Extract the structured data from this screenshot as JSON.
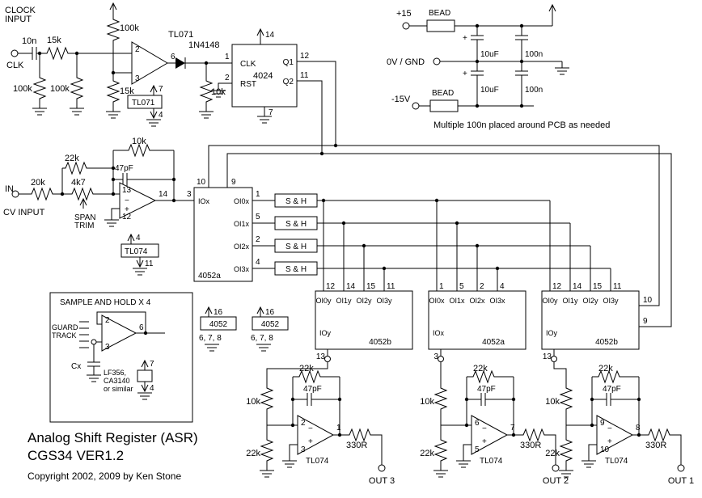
{
  "title": {
    "line1": "Analog Shift Register (ASR)",
    "line2": "CGS34 VER1.2",
    "copyright": "Copyright 2002, 2009 by Ken Stone"
  },
  "clock_input": {
    "heading_line1": "CLOCK",
    "heading_line2": "INPUT",
    "jack_label": "CLK",
    "cap_input": "10n",
    "r_series": "15k",
    "r_shunt1": "100k",
    "r_shunt2": "100k",
    "r_pullup": "100k",
    "r_bias": "15k",
    "opamp_name": "TL071",
    "pin_inv": "2",
    "pin_noninv": "3",
    "pin_out": "6",
    "diode": "1N4148",
    "r_clamp": "10k",
    "power_chip": "TL071",
    "power_pin_top": "7",
    "power_pin_bottom": "4"
  },
  "counter_4024": {
    "name": "4024",
    "pin_vdd": "14",
    "pin_clk": "1",
    "clk_label": "CLK",
    "pin_rst": "2",
    "rst_label": "RST",
    "q1_label": "Q1",
    "pin_q1": "12",
    "q2_label": "Q2",
    "pin_q2": "11",
    "pin_gnd": "7"
  },
  "power_supply": {
    "rail_pos": "+15",
    "rail_gnd": "0V / GND",
    "rail_neg": "-15V",
    "bead_top": "BEAD",
    "bead_bottom": "BEAD",
    "polarity_top": "+",
    "polarity_bottom": "+",
    "cap_pos_bulk": "10uF",
    "cap_pos_bypass": "100n",
    "cap_neg_bulk": "10uF",
    "cap_neg_bypass": "100n",
    "note": "Multiple 100n placed around PCB as needed"
  },
  "cv_input": {
    "jack_label": "IN",
    "heading": "CV INPUT",
    "r_input": "20k",
    "r_sum": "22k",
    "trimmer": "4k7",
    "trim_line1": "SPAN",
    "trim_line2": "TRIM",
    "r_feedback": "10k",
    "cap_feedback": "47pF",
    "pin_inv": "13",
    "pin_noninv": "12",
    "pin_out": "14",
    "minus": "−",
    "plus": "+",
    "power_chip": "TL074",
    "power_pin_top": "4",
    "power_pin_bottom": "11"
  },
  "mux_input": {
    "name": "4052a",
    "io_label": "IOx",
    "io_pin": "3",
    "pin_a": "10",
    "pin_b": "9",
    "channel_labels": [
      "OI0x",
      "OI1x",
      "OI2x",
      "OI3x"
    ],
    "channel_pins": [
      "1",
      "5",
      "2",
      "4"
    ]
  },
  "sh_blocks": {
    "label": "S & H"
  },
  "mux_power": {
    "pin_vdd": "16",
    "name": "4052",
    "pins_low": "6, 7, 8"
  },
  "output_muxes": [
    {
      "top_pins": [
        "12",
        "14",
        "15",
        "11"
      ],
      "top_labels": [
        "OI0y",
        "OI1y",
        "OI2y",
        "OI3y"
      ],
      "name": "4052b",
      "io_label": "IOy",
      "io_pin": "13"
    },
    {
      "top_pins": [
        "1",
        "5",
        "2",
        "4"
      ],
      "top_labels": [
        "OI0x",
        "OI1x",
        "OI2x",
        "OI3x"
      ],
      "name": "4052a",
      "io_label": "IOx",
      "io_pin": "3"
    },
    {
      "top_pins": [
        "12",
        "14",
        "15",
        "11"
      ],
      "top_labels": [
        "OI0y",
        "OI1y",
        "OI2y",
        "OI3y"
      ],
      "name": "4052b",
      "io_label": "IOy",
      "io_pin": "13",
      "pin_a": "10",
      "pin_b": "9"
    }
  ],
  "sample_hold_detail": {
    "heading": "SAMPLE AND HOLD X 4",
    "guard_line1": "GUARD",
    "guard_line2": "TRACK",
    "pin_inv": "2",
    "pin_noninv": "3",
    "pin_out": "6",
    "cap_label": "Cx",
    "ic_line1": "LF356,",
    "ic_line2": "CA3140",
    "ic_line3": "or similar",
    "power_pin_top": "7",
    "power_pin_bottom": "4"
  },
  "output_stages": [
    {
      "r_input": "10k",
      "r_ground": "22k",
      "r_feedback": "22k",
      "cap_feedback": "47pF",
      "r_output": "330R",
      "pin_inv": "2",
      "pin_noninv": "3",
      "pin_out": "1",
      "minus": "−",
      "plus": "+",
      "ic": "TL074",
      "jack_label": "OUT 3"
    },
    {
      "r_input": "10k",
      "r_ground": "22k",
      "r_feedback": "22k",
      "cap_feedback": "47pF",
      "r_output": "330R",
      "pin_inv": "6",
      "pin_noninv": "5",
      "pin_out": "7",
      "minus": "−",
      "plus": "+",
      "ic": "TL074",
      "jack_label": "OUT 2"
    },
    {
      "r_input": "10k",
      "r_ground": "22k",
      "r_feedback": "22k",
      "cap_feedback": "47pF",
      "r_output": "330R",
      "pin_inv": "9",
      "pin_noninv": "10",
      "pin_out": "8",
      "minus": "−",
      "plus": "+",
      "ic": "TL074",
      "jack_label": "OUT 1"
    }
  ]
}
